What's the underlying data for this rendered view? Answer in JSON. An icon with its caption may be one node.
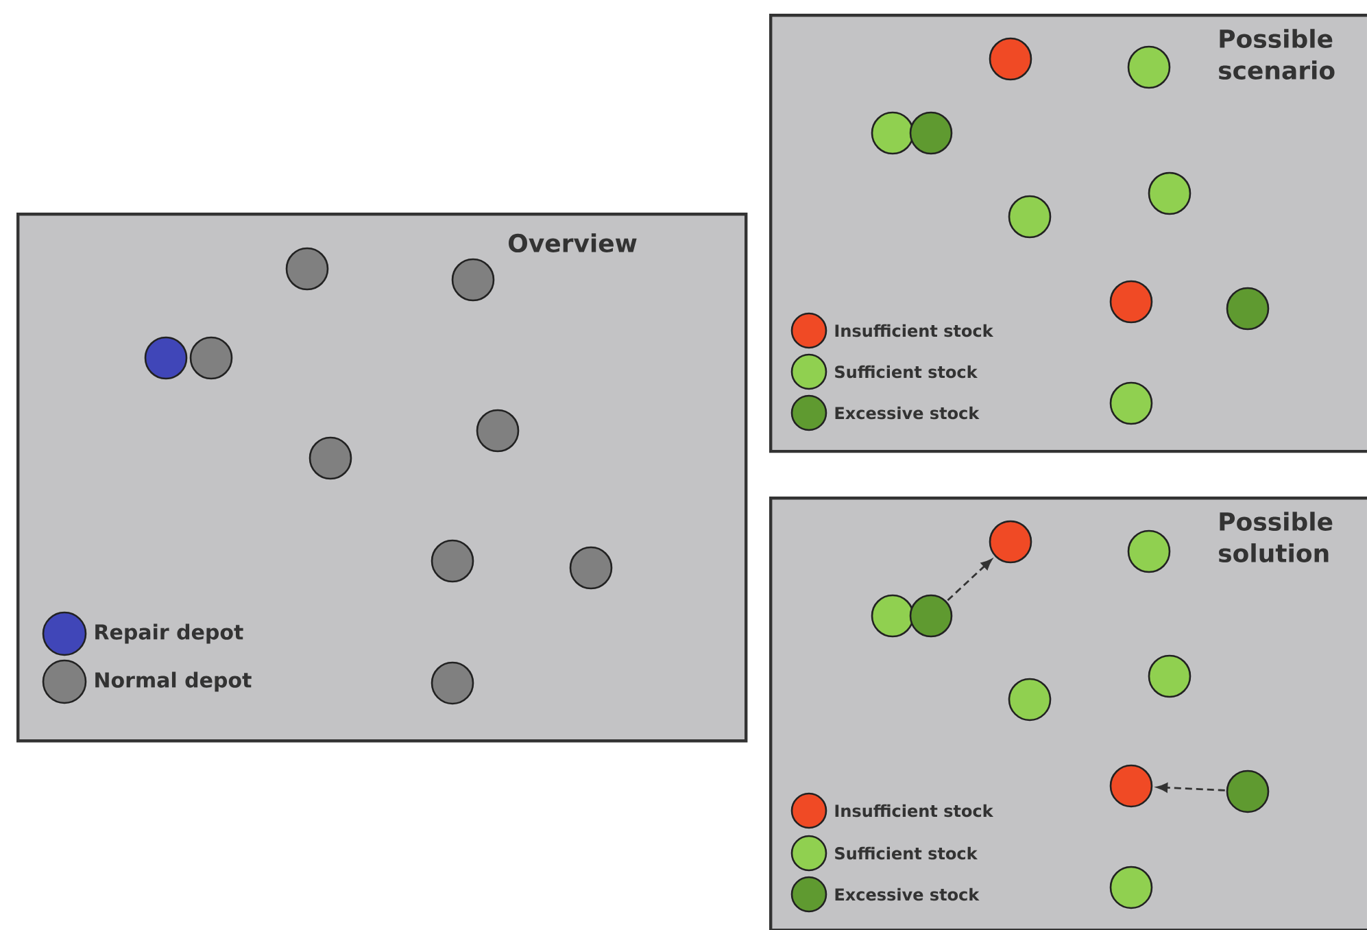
{
  "diagram": {
    "nodes": [
      {
        "text": [
          "Overview"
        ]
      },
      {
        "text": [],
        "shape": "circle",
        "in": 0
      },
      {
        "text": [],
        "shape": "circle",
        "in": 0
      },
      {
        "text": [],
        "shape": "circle",
        "in": 0
      },
      {
        "text": [],
        "shape": "circle",
        "in": 0
      },
      {
        "text": [],
        "shape": "circle",
        "in": 0
      },
      {
        "text": [],
        "shape": "circle",
        "in": 0
      },
      {
        "text": [],
        "shape": "circle",
        "in": 0
      },
      {
        "text": [],
        "shape": "circle",
        "in": 0
      },
      {
        "text": [],
        "shape": "circle",
        "in": 0
      },
      {
        "text": [
          "Possible scenario"
        ]
      },
      {
        "text": [],
        "shape": "circle",
        "in": 10
      },
      {
        "text": [],
        "shape": "circle",
        "in": 10
      },
      {
        "text": [],
        "shape": "circle",
        "in": 10
      },
      {
        "text": [],
        "shape": "circle",
        "in": 10
      },
      {
        "text": [],
        "shape": "circle",
        "in": 10
      },
      {
        "text": [],
        "shape": "circle",
        "in": 10
      },
      {
        "text": [],
        "shape": "circle",
        "in": 10
      },
      {
        "text": [],
        "shape": "circle",
        "in": 10
      },
      {
        "text": [],
        "shape": "circle",
        "in": 10
      },
      {
        "text": [
          "Possible solution"
        ]
      },
      {
        "text": [],
        "shape": "circle",
        "in": 20
      },
      {
        "text": [],
        "shape": "circle",
        "in": 20
      },
      {
        "text": [],
        "shape": "circle",
        "in": 20
      },
      {
        "text": [],
        "shape": "circle",
        "in": 20
      },
      {
        "text": [],
        "shape": "circle",
        "in": 20
      },
      {
        "text": [],
        "shape": "circle",
        "in": 20
      },
      {
        "text": [],
        "shape": "circle",
        "in": 20
      },
      {
        "text": [],
        "shape": "circle",
        "in": 20
      },
      {
        "text": [],
        "shape": "circle",
        "in": 20
      }
    ],
    "edges": [
      {
        "from": 24,
        "to": 21,
        "arrow": "to",
        "style": "dashed"
      },
      {
        "from": 28,
        "to": 27,
        "arrow": "to",
        "style": "dashed"
      }
    ],
    "legend": [
      {
        "text": "Repair depot",
        "color": "#4046b8"
      },
      {
        "text": "Normal depot",
        "color": "#808080"
      },
      {
        "text": "Insufficient stock",
        "color": "#f04a25"
      },
      {
        "text": "Sufficient stock",
        "color": "#90d050"
      },
      {
        "text": "Excessive stock",
        "color": "#5f9a30"
      },
      {
        "text": "Insufficient stock",
        "color": "#f04a25"
      },
      {
        "text": "Sufficient stock",
        "color": "#90d050"
      },
      {
        "text": "Excessive stock",
        "color": "#5f9a30"
      }
    ]
  }
}
